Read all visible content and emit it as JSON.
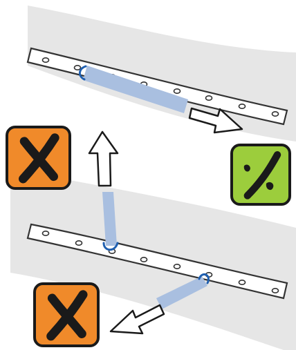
{
  "diagram": {
    "colors": {
      "background": "#ffffff",
      "band": "#e6e6e6",
      "rail_fill": "#ffffff",
      "rail_stroke": "#333333",
      "strap": "#a9bfe0",
      "hook": "#1f5fb0",
      "arrow_fill": "#ffffff",
      "arrow_stroke": "#1a1a1a",
      "incorrect_badge": "#f08a2a",
      "correct_badge": "#9ccd3c",
      "badge_border": "#1a1a1a"
    },
    "icons": {
      "incorrect_top": "cross-mark-icon",
      "correct": "check-mark-icon",
      "incorrect_bottom": "cross-mark-icon"
    },
    "status": {
      "incorrect_top": "incorrect",
      "correct": "correct",
      "incorrect_bottom": "incorrect"
    }
  }
}
